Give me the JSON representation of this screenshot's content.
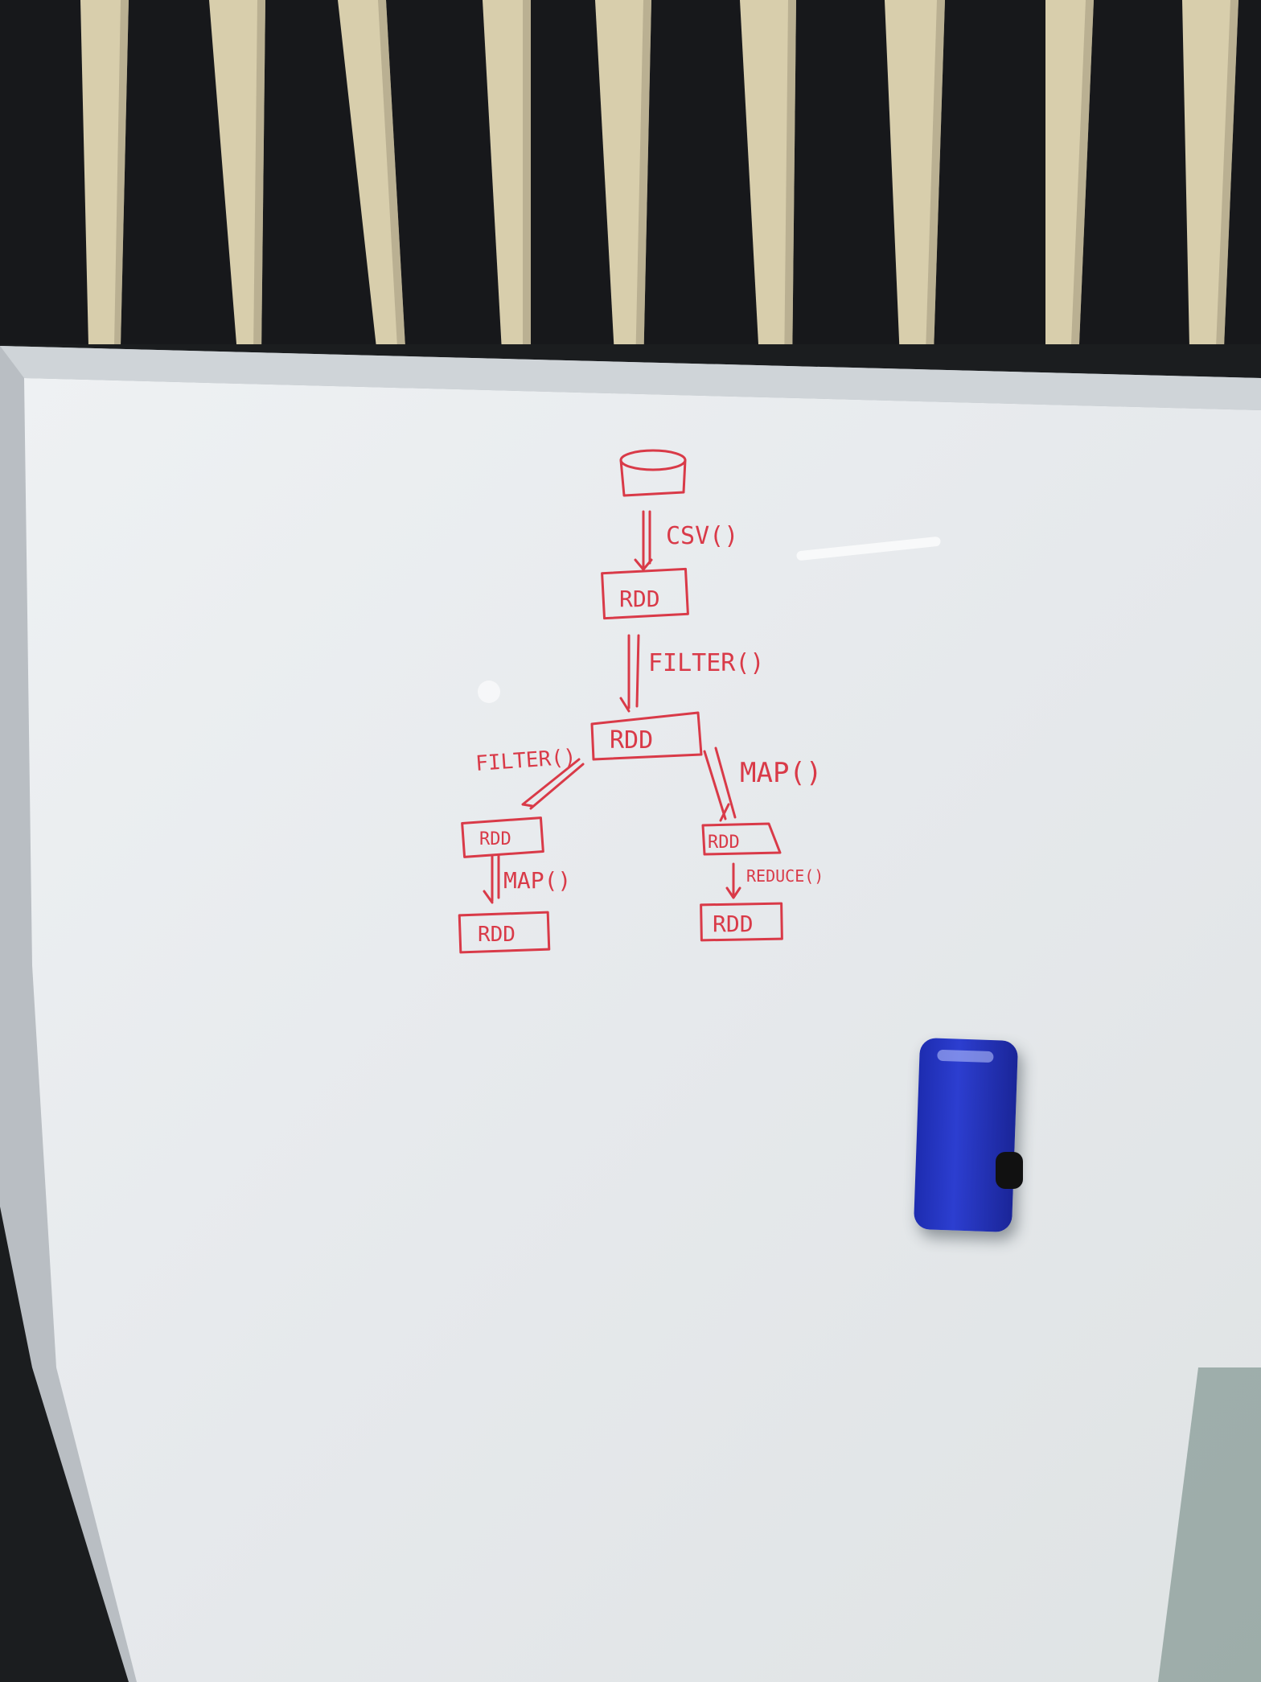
{
  "scene": {
    "description_labels": [
      "whiteboard",
      "wall-blinds",
      "magnetic-eraser"
    ],
    "colors": {
      "marker": "#d93a48",
      "board": "#e9ecef",
      "frame": "#b7bcc2",
      "blind_light": "#d9cfae",
      "blind_dark": "#17181b",
      "eraser": "#2334c0"
    }
  },
  "whiteboard": {
    "nodes": {
      "rdd_1": "RDD",
      "rdd_2": "RDD",
      "rdd_left": "RDD",
      "rdd_left_bottom": "RDD",
      "rdd_right": "RDD",
      "rdd_right_bottom": "RDD"
    },
    "edges": {
      "csv": "CSV()",
      "filter_1": "FILTER()",
      "filter_2": "FILTER()",
      "map_right": "MAP()",
      "map_left": "MAP()",
      "reduce": "REDUCE()"
    }
  }
}
